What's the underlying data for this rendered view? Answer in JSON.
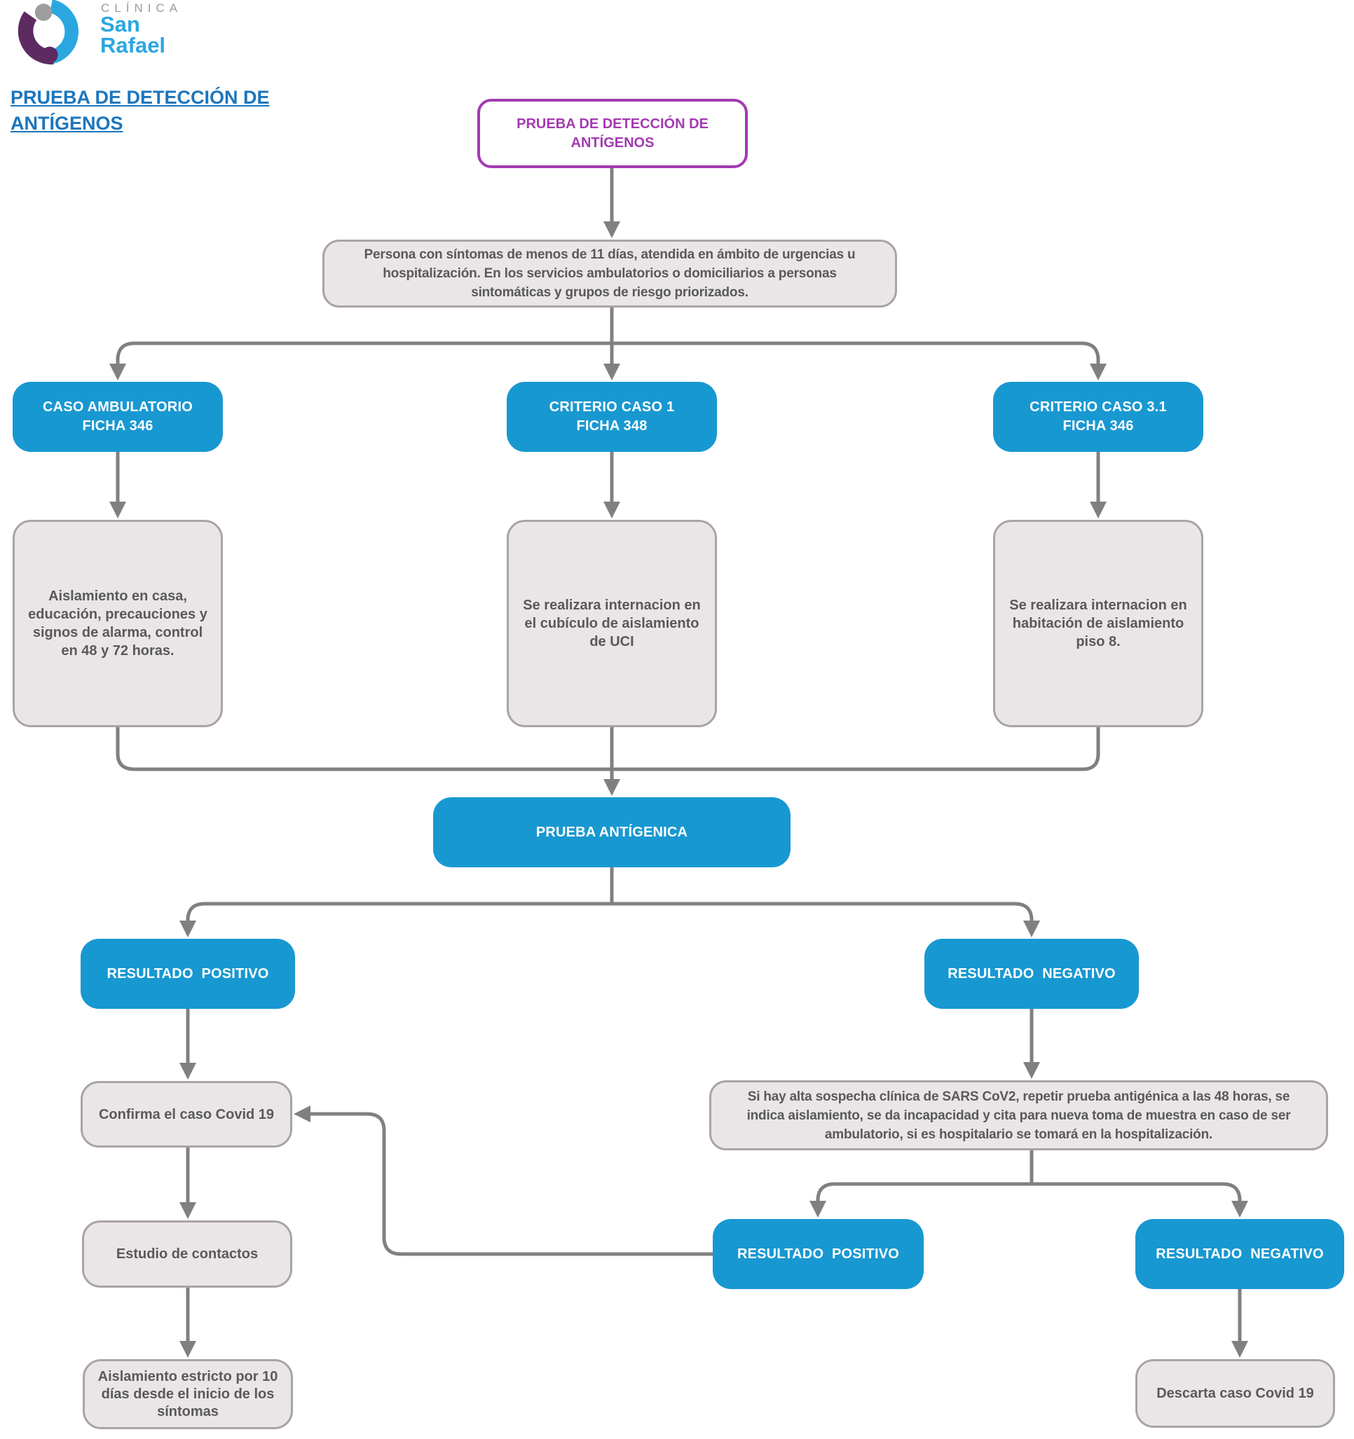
{
  "brand": {
    "clinic_label": "CLÍNICA",
    "name_line1": "San",
    "name_line2": "Rafael"
  },
  "header": {
    "title_link": "PRUEBA DE DETECCIÓN DE\nANTÍGENOS"
  },
  "flowchart": {
    "start": "PRUEBA DE DETECCIÓN DE\nANTÍGENOS",
    "population": "Persona con síntomas de menos de 11 días, atendida en ámbito de urgencias u\nhospitalización. En los servicios ambulatorios o domiciliarios a personas\nsintomáticas y grupos de riesgo priorizados.",
    "caso_ambulatorio": "CASO AMBULATORIO\nFICHA 346",
    "criterio_caso_1": "CRITERIO CASO 1\nFICHA 348",
    "criterio_caso_3_1": "CRITERIO CASO 3.1\nFICHA 346",
    "aislamiento_casa": "Aislamiento en casa,\neducación, precauciones y\nsignos de alarma, control\nen 48 y 72 horas.",
    "internacion_uci": "Se realizara internacion en\nel cubículo de aislamiento\nde UCI",
    "internacion_piso_8": "Se realizara internacion en\nhabitación de aislamiento\npiso 8.",
    "prueba_antigenica": "PRUEBA ANTÍGENICA",
    "resultado_positivo_1": "RESULTADO POSITIVO",
    "resultado_negativo_1": "RESULTADO NEGATIVO",
    "confirma_caso": "Confirma el caso Covid 19",
    "estudio_contactos": "Estudio de contactos",
    "aislamiento_estricto": "Aislamiento estricto por 10\ndías desde el inicio de los\nsíntomas",
    "repetir_prueba": "Si hay alta sospecha clínica de SARS CoV2, repetir prueba antigénica a las 48 horas, se\nindica aislamiento, se da incapacidad y cita para nueva toma de muestra en caso de ser\nambulatorio, si es hospitalario se tomará en la hospitalización.",
    "resultado_positivo_2": "RESULTADO POSITIVO",
    "resultado_negativo_2": "RESULTADO NEGATIVO",
    "descarta_caso": "Descarta caso Covid 19"
  },
  "colors": {
    "node_blue": "#1898d1",
    "node_purple": "#a33ab1",
    "link_blue": "#1c76bd",
    "connector_gray": "#808080",
    "gray_fill": "#eae6e8",
    "gray_border": "#a9a3a7",
    "text_gray": "#595959",
    "logo_blue": "#2ba7e0",
    "logo_purple": "#5d2a61",
    "logo_gray": "#9a9a9a"
  }
}
